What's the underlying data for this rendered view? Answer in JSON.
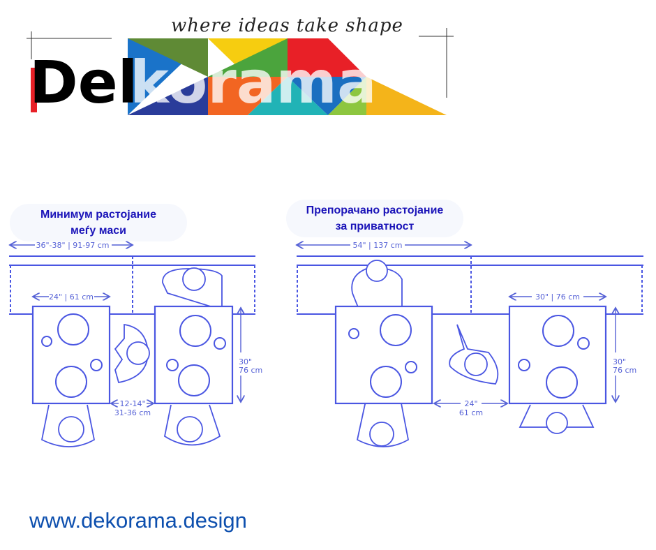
{
  "logo": {
    "tagline": "where ideas take shape",
    "brand_prefix": "Del",
    "brand_suffix": "korama"
  },
  "left_panel": {
    "heading_line1": "Минимум растојание",
    "heading_line2": "меѓу маси",
    "bench_width": "36\"-38\" | 91-97 cm",
    "table_width": "24\" | 61 cm",
    "table_depth_in": "30\"",
    "table_depth_cm": "76 cm",
    "gap_in": "12-14\"",
    "gap_cm": "31-36 cm"
  },
  "right_panel": {
    "heading_line1": "Препорачано растојание",
    "heading_line2": "за приватност",
    "bench_width": "54\" | 137 cm",
    "table_width": "30\" | 76 cm",
    "table_depth_in": "30\"",
    "table_depth_cm": "76 cm",
    "gap_in": "24\"",
    "gap_cm": "61 cm"
  },
  "footer": {
    "url": "www.dekorama.design"
  },
  "colors": {
    "diagram": "#4a56e2",
    "heading": "#1a13b8",
    "footer": "#0d4fae"
  }
}
